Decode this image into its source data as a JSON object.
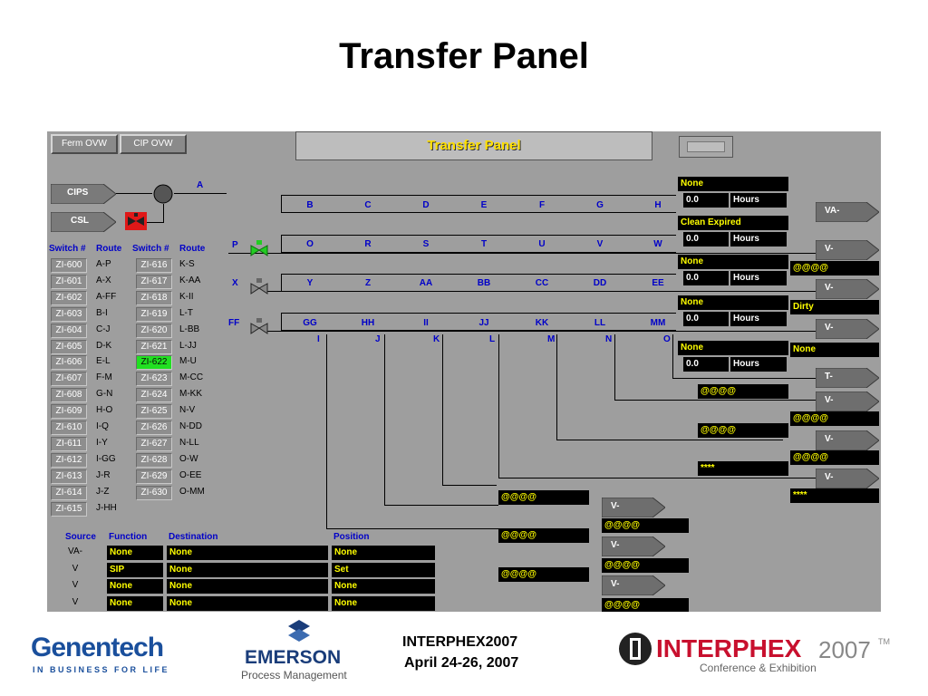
{
  "slide": {
    "title": "Transfer Panel"
  },
  "panel": {
    "title": "Transfer Panel",
    "nav_buttons": [
      "Ferm OVW",
      "CIP OVW"
    ],
    "sources": [
      "CIPS",
      "CSL"
    ],
    "source_line_label": "A",
    "valve_labels": [
      "P",
      "X",
      "FF"
    ],
    "header_rows": [
      [
        "B",
        "C",
        "D",
        "E",
        "F",
        "G",
        "H"
      ],
      [
        "O",
        "R",
        "S",
        "T",
        "U",
        "V",
        "W"
      ],
      [
        "Y",
        "Z",
        "AA",
        "BB",
        "CC",
        "DD",
        "EE"
      ],
      [
        "GG",
        "HH",
        "II",
        "JJ",
        "KK",
        "LL",
        "MM"
      ]
    ],
    "drop_labels": [
      "I",
      "J",
      "K",
      "L",
      "M",
      "N",
      "O"
    ],
    "switch_headers": [
      "Switch #",
      "Route",
      "Switch #",
      "Route"
    ],
    "switches_left": [
      {
        "id": "ZI-600",
        "route": "A-P"
      },
      {
        "id": "ZI-601",
        "route": "A-X"
      },
      {
        "id": "ZI-602",
        "route": "A-FF"
      },
      {
        "id": "ZI-603",
        "route": "B-I"
      },
      {
        "id": "ZI-604",
        "route": "C-J"
      },
      {
        "id": "ZI-605",
        "route": "D-K"
      },
      {
        "id": "ZI-606",
        "route": "E-L"
      },
      {
        "id": "ZI-607",
        "route": "F-M"
      },
      {
        "id": "ZI-608",
        "route": "G-N"
      },
      {
        "id": "ZI-609",
        "route": "H-O"
      },
      {
        "id": "ZI-610",
        "route": "I-Q"
      },
      {
        "id": "ZI-611",
        "route": "I-Y"
      },
      {
        "id": "ZI-612",
        "route": "I-GG"
      },
      {
        "id": "ZI-613",
        "route": "J-R"
      },
      {
        "id": "ZI-614",
        "route": "J-Z"
      },
      {
        "id": "ZI-615",
        "route": "J-HH"
      }
    ],
    "switches_right": [
      {
        "id": "ZI-616",
        "route": "K-S"
      },
      {
        "id": "ZI-617",
        "route": "K-AA"
      },
      {
        "id": "ZI-618",
        "route": "K-II"
      },
      {
        "id": "ZI-619",
        "route": "L-T"
      },
      {
        "id": "ZI-620",
        "route": "L-BB"
      },
      {
        "id": "ZI-621",
        "route": "L-JJ"
      },
      {
        "id": "ZI-622",
        "route": "M-U",
        "active": true
      },
      {
        "id": "ZI-623",
        "route": "M-CC"
      },
      {
        "id": "ZI-624",
        "route": "M-KK"
      },
      {
        "id": "ZI-625",
        "route": "N-V"
      },
      {
        "id": "ZI-626",
        "route": "N-DD"
      },
      {
        "id": "ZI-627",
        "route": "N-LL"
      },
      {
        "id": "ZI-628",
        "route": "O-W"
      },
      {
        "id": "ZI-629",
        "route": "O-EE"
      },
      {
        "id": "ZI-630",
        "route": "O-MM"
      }
    ],
    "status_blocks": [
      {
        "state": "None",
        "value": "0.0",
        "unit": "Hours"
      },
      {
        "state": "Clean Expired",
        "value": "0.0",
        "unit": "Hours"
      },
      {
        "state": "None",
        "value": "0.0",
        "unit": "Hours"
      },
      {
        "state": "None",
        "value": "0.0",
        "unit": "Hours"
      },
      {
        "state": "None",
        "value": "0.0",
        "unit": "Hours"
      }
    ],
    "right_buttons": [
      "VA-",
      "V-",
      "V-",
      "V-",
      "T-",
      "V-",
      "V-",
      "V-"
    ],
    "right_values": [
      "@@@@",
      "Dirty",
      "None",
      "@@@@",
      "@@@@",
      "****"
    ],
    "mid_values": [
      "@@@@",
      "@@@@",
      "****"
    ],
    "bottom_buttons": [
      "V-",
      "V-",
      "V-"
    ],
    "bottom_mid_values": [
      "@@@@",
      "@@@@",
      "@@@@"
    ],
    "bottom_right_values": [
      "@@@@",
      "@@@@",
      "@@@@"
    ],
    "table": {
      "headers": [
        "Source",
        "Function",
        "Destination",
        "Position"
      ],
      "rows": [
        {
          "source": "VA-",
          "function": "None",
          "destination": "None",
          "position": "None"
        },
        {
          "source": "V",
          "function": "SIP",
          "destination": "None",
          "position": "Set"
        },
        {
          "source": "V",
          "function": "None",
          "destination": "None",
          "position": "None"
        },
        {
          "source": "V",
          "function": "None",
          "destination": "None",
          "position": "None"
        }
      ]
    }
  },
  "footer": {
    "genentech": {
      "name": "Genentech",
      "tagline": "IN BUSINESS FOR LIFE"
    },
    "emerson": {
      "name": "EMERSON",
      "sub": "Process Management"
    },
    "conference": {
      "line1": "INTERPHEX2007",
      "line2": "April 24-26, 2007"
    },
    "interphex": {
      "name": "INTERPHEX",
      "year": "2007",
      "tm": "TM",
      "sub": "Conference & Exhibition"
    },
    "colors": {
      "genentech": "#1a4f9c",
      "emerson": "#1a3d7a",
      "interphex": "#c8102e"
    }
  }
}
